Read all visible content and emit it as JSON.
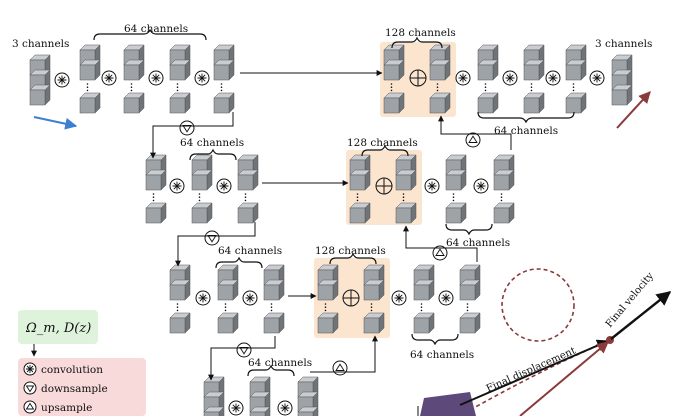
{
  "labels": {
    "in_channels": "3 channels",
    "out_channels": "3 channels",
    "c64_top": "64 channels",
    "c128_top": "128 channels",
    "c64_top_right": "64 channels",
    "c64_l2": "64 channels",
    "c128_l2": "128 channels",
    "c64_l2_right": "64 channels",
    "c64_l3": "64 channels",
    "c128_l3": "128 channels",
    "c64_l3_right": "64 channels",
    "c64_l4": "64 channels"
  },
  "legend": {
    "title": "Ω_m, D(z)",
    "items": [
      {
        "symbol": "convolution-icon",
        "label": "convolution"
      },
      {
        "symbol": "downsample-icon",
        "label": "downsample"
      },
      {
        "symbol": "upsample-icon",
        "label": "upsample"
      }
    ]
  },
  "physics": {
    "final_displacement": "Final displacement",
    "final_velocity": "Final velocity"
  },
  "colors": {
    "cube_front": "#9ea3a8",
    "cube_top": "#c9cdd1",
    "cube_side": "#6f7479",
    "concat_bg": "#fbe5cf",
    "legend_green": "#dff3dc",
    "legend_red": "#f9dada",
    "arrow_blue": "#3d7fd0",
    "arrow_maroon": "#8b3a3a",
    "box_purple": "#5e4a7a"
  }
}
